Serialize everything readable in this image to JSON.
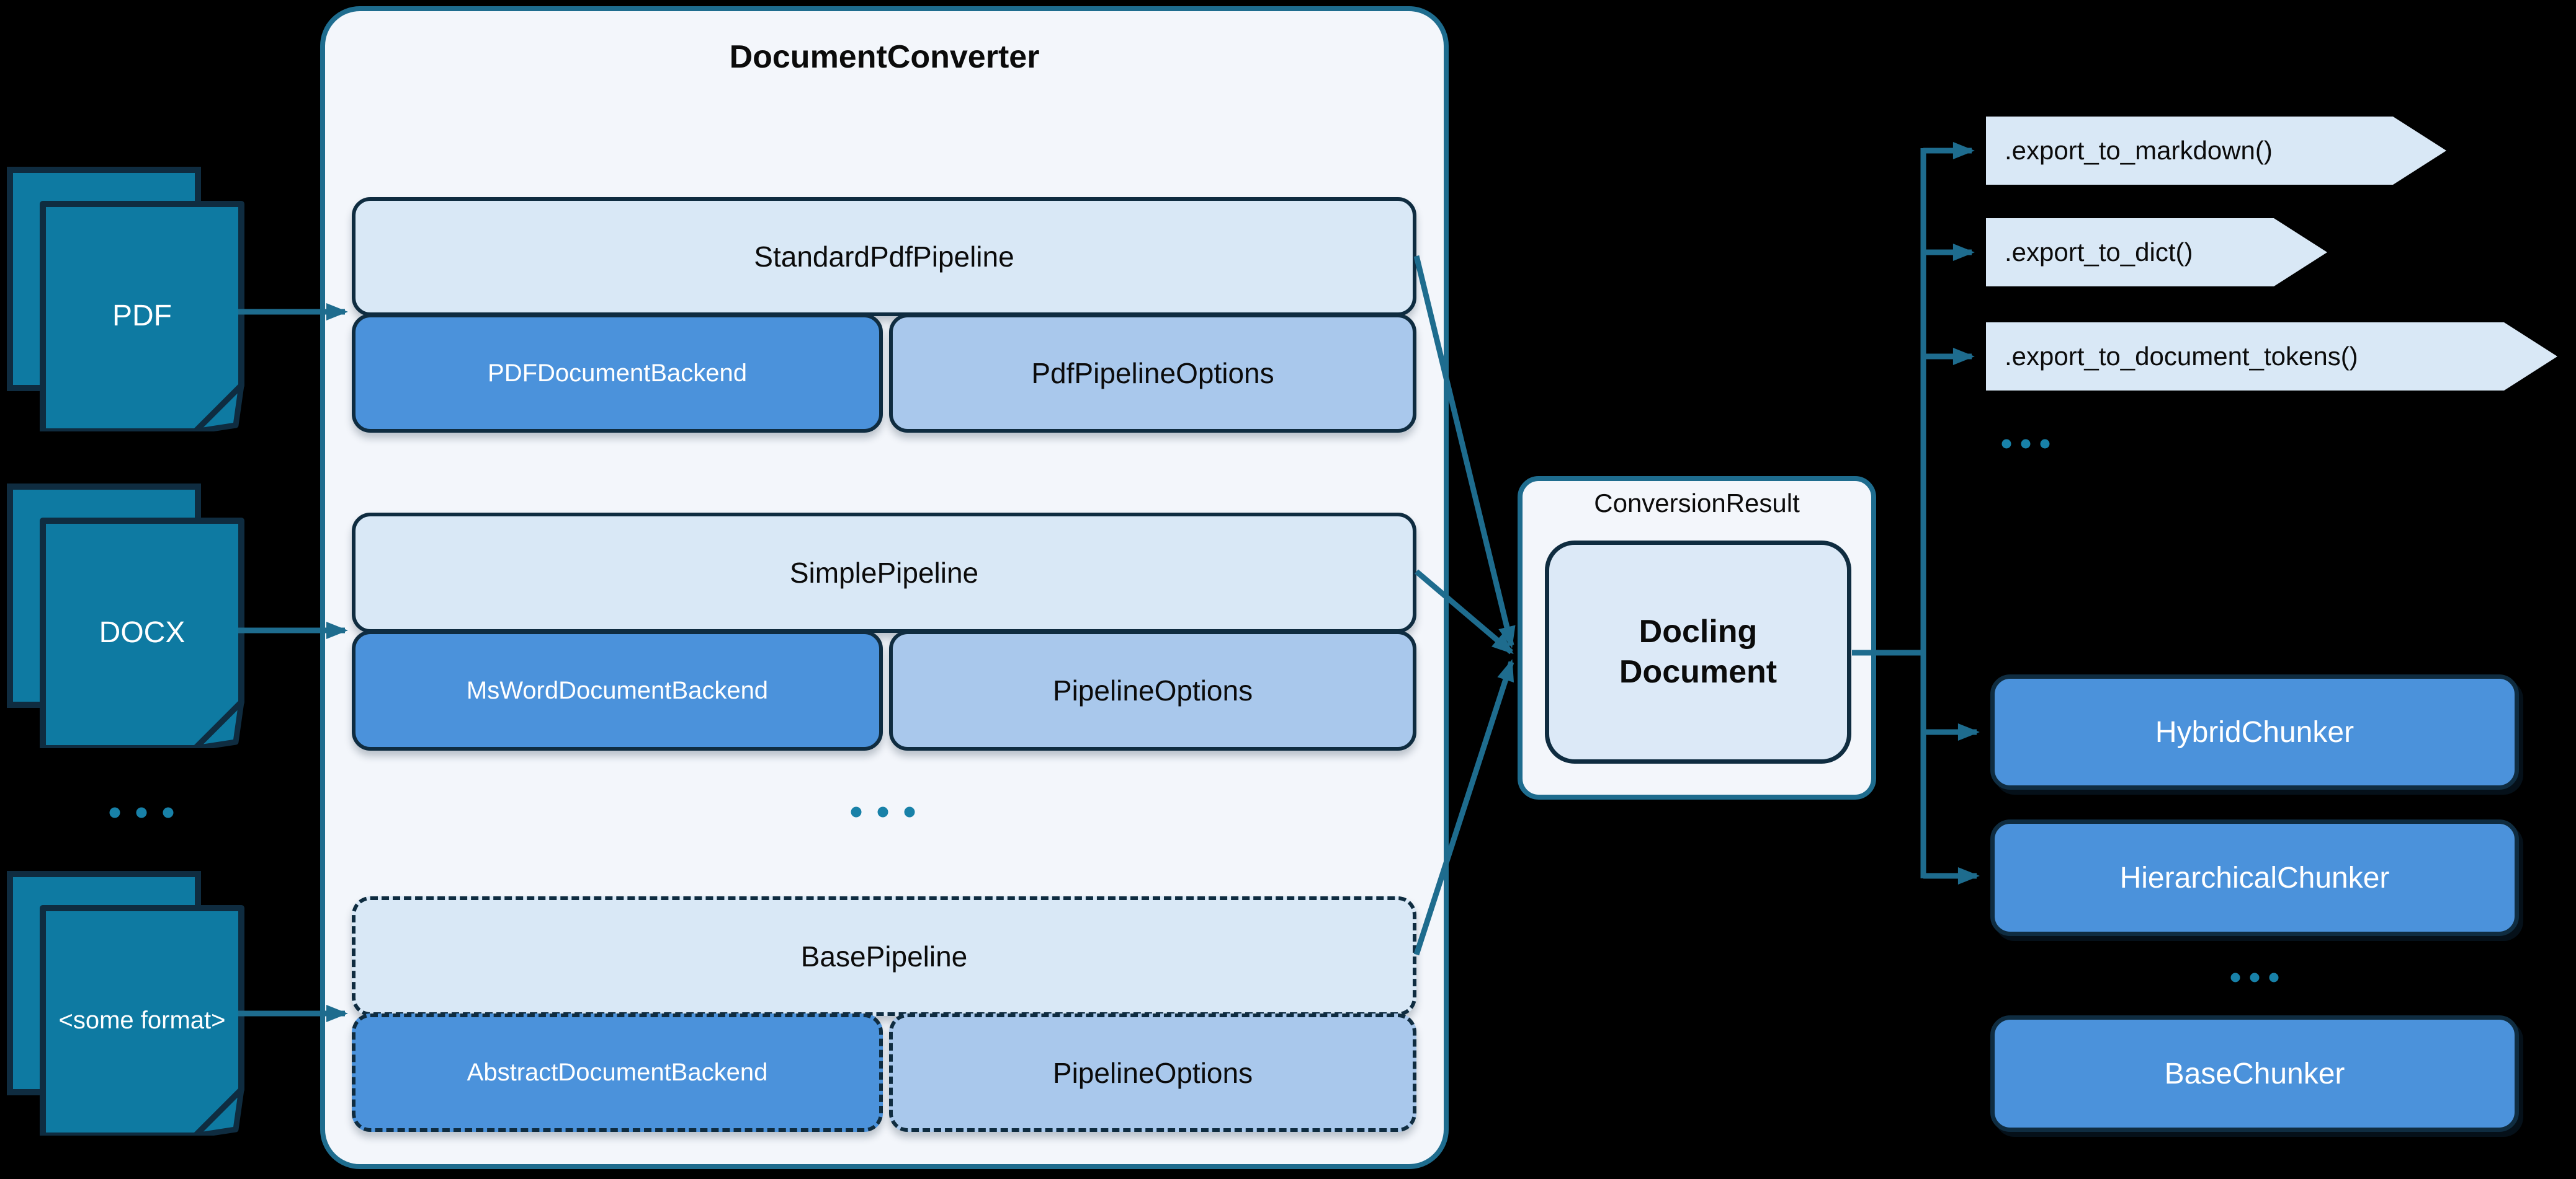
{
  "palette": {
    "background": "#000000",
    "document_teal": "#0E7AA2",
    "dark_navy_border": "#0F2C40",
    "connector_teal": "#1E6C8E",
    "light_blue": "#D9E8F6",
    "backend_blue": "#4B92DB",
    "options_blue": "#A9C8EC",
    "panel_background": "#F3F6FB",
    "dots_teal": "#1881A8"
  },
  "inputs": {
    "formats": [
      "PDF",
      "DOCX",
      "<some format>"
    ],
    "ellipsis": "..."
  },
  "converter": {
    "title": "DocumentConverter",
    "ellipsis": "...",
    "pipelines": [
      {
        "pipeline": "StandardPdfPipeline",
        "backend": "PDFDocumentBackend",
        "options": "PdfPipelineOptions",
        "dashed": false
      },
      {
        "pipeline": "SimplePipeline",
        "backend": "MsWordDocumentBackend",
        "options": "PipelineOptions",
        "dashed": false
      },
      {
        "pipeline": "BasePipeline",
        "backend": "AbstractDocumentBackend",
        "options": "PipelineOptions",
        "dashed": true
      }
    ]
  },
  "result": {
    "container_label": "ConversionResult",
    "document_label": "Docling Document"
  },
  "exports": {
    "methods": [
      ".export_to_markdown()",
      ".export_to_dict()",
      ".export_to_document_tokens()"
    ],
    "ellipsis": "..."
  },
  "chunkers": {
    "items": [
      "HybridChunker",
      "HierarchicalChunker",
      "BaseChunker"
    ],
    "dashed_item": "BaseChunker",
    "ellipsis": "..."
  }
}
